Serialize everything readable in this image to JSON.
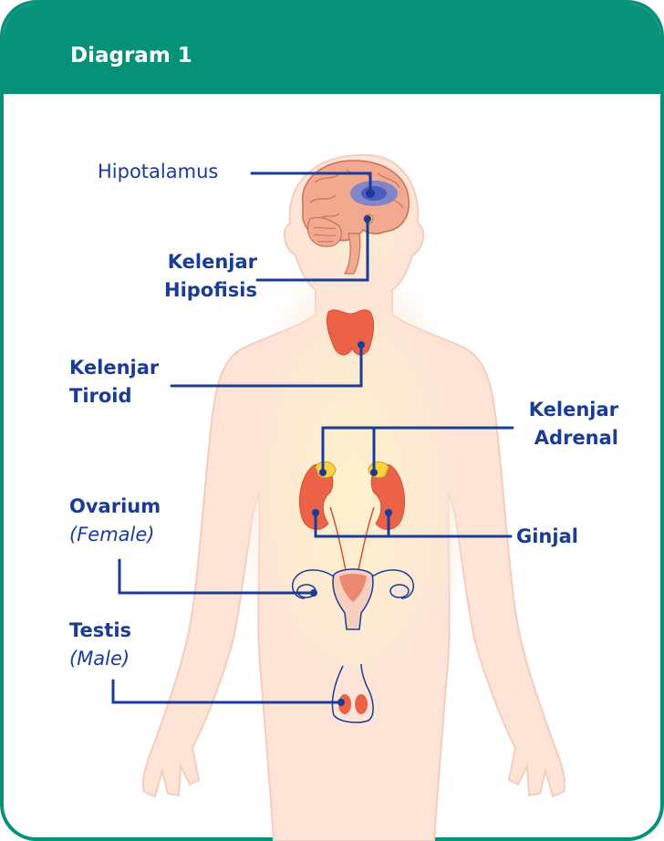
{
  "title": "Diagram 1",
  "colors": {
    "header": "#069178",
    "label_text": "#1a3c96",
    "leader_line": "#1a3c96",
    "body_fill": "#fde4d7",
    "glow": "#fdf2cc",
    "organ": "#eb6248",
    "brain": "#f1a98f",
    "gland_yellow": "#f8d33f"
  },
  "labels": {
    "hipotalamus": "Hipotalamus",
    "hipofisis_1": "Kelenjar",
    "hipofisis_2": "Hipofisis",
    "tiroid_1": "Kelenjar",
    "tiroid_2": "Tiroid",
    "adrenal_1": "Kelenjar",
    "adrenal_2": "Adrenal",
    "ginjal": "Ginjal",
    "ovarium": "Ovarium",
    "ovarium_note": "(Female)",
    "testis": "Testis",
    "testis_note": "(Male)"
  }
}
